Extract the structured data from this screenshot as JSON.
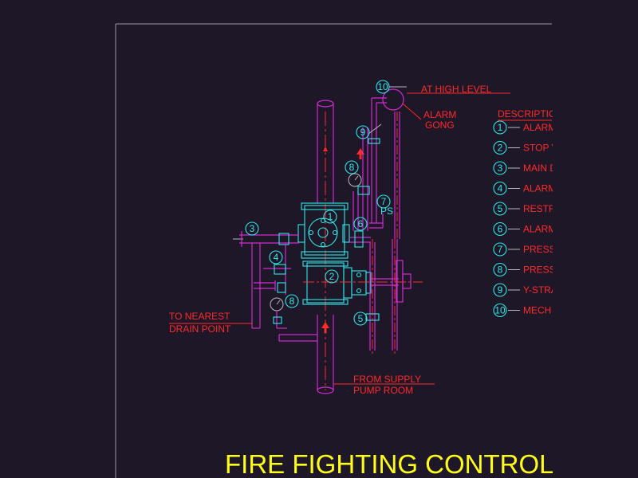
{
  "callouts": {
    "high_level": "AT HIGH LEVEL",
    "alarm_gong_1": "ALARM",
    "alarm_gong_2": "GONG",
    "drain_1": "TO NEAREST",
    "drain_2": "DRAIN POINT",
    "supply_1": "FROM SUPPLY",
    "supply_2": "PUMP ROOM",
    "ps": "PS"
  },
  "description_header": "DESCRIPTIO",
  "legend": [
    {
      "num": "1",
      "text": "ALARM"
    },
    {
      "num": "2",
      "text": "STOP V"
    },
    {
      "num": "3",
      "text": "MAIN D"
    },
    {
      "num": "4",
      "text": "ALARM"
    },
    {
      "num": "5",
      "text": "RESTR"
    },
    {
      "num": "6",
      "text": "ALARM"
    },
    {
      "num": "7",
      "text": "PRESS"
    },
    {
      "num": "8",
      "text": "PRESS"
    },
    {
      "num": "9",
      "text": "Y-STRA"
    },
    {
      "num": "10",
      "text": "MECH"
    }
  ],
  "markers": {
    "m1": "1",
    "m2": "2",
    "m3": "3",
    "m4": "4",
    "m5": "5",
    "m6": "6",
    "m7": "7",
    "m8a": "8",
    "m8b": "8",
    "m9": "9",
    "m10": "10"
  },
  "title": "FIRE FIGHTING CONTROL A"
}
